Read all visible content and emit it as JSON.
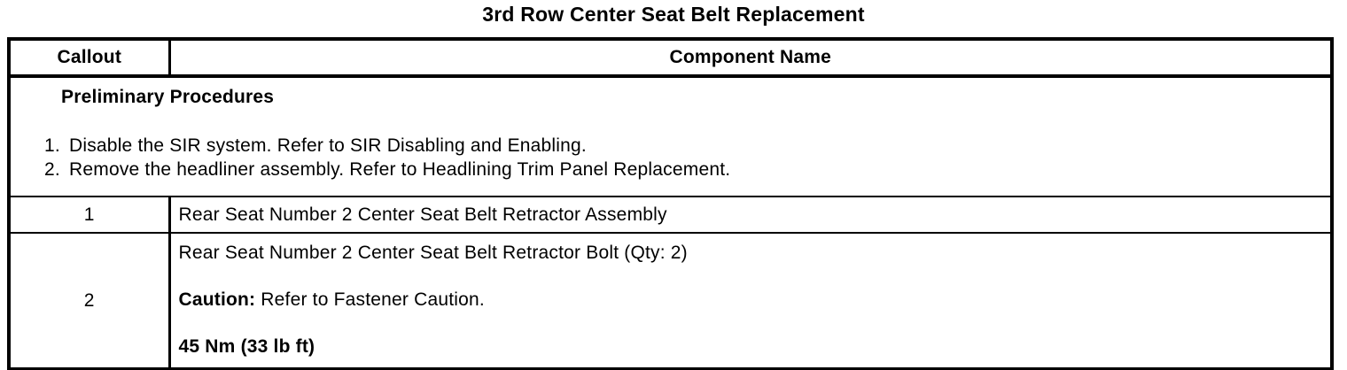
{
  "page": {
    "title": "3rd Row Center Seat Belt Replacement"
  },
  "colors": {
    "text": "#000000",
    "border": "#000000",
    "background": "#ffffff"
  },
  "table": {
    "headers": {
      "callout": "Callout",
      "component": "Component Name"
    },
    "preliminary": {
      "heading": "Preliminary Procedures",
      "steps": [
        "Disable the SIR system. Refer to SIR Disabling and Enabling.",
        "Remove the headliner assembly. Refer to Headlining Trim Panel Replacement."
      ]
    },
    "rows": [
      {
        "callout": "1",
        "component": "Rear Seat Number 2 Center Seat Belt Retractor Assembly"
      },
      {
        "callout": "2",
        "component": "Rear Seat Number 2 Center Seat Belt Retractor Bolt (Qty: 2)",
        "caution_label": "Caution:",
        "caution_text": " Refer to Fastener Caution.",
        "torque": "45 Nm (33 lb ft)"
      }
    ]
  }
}
